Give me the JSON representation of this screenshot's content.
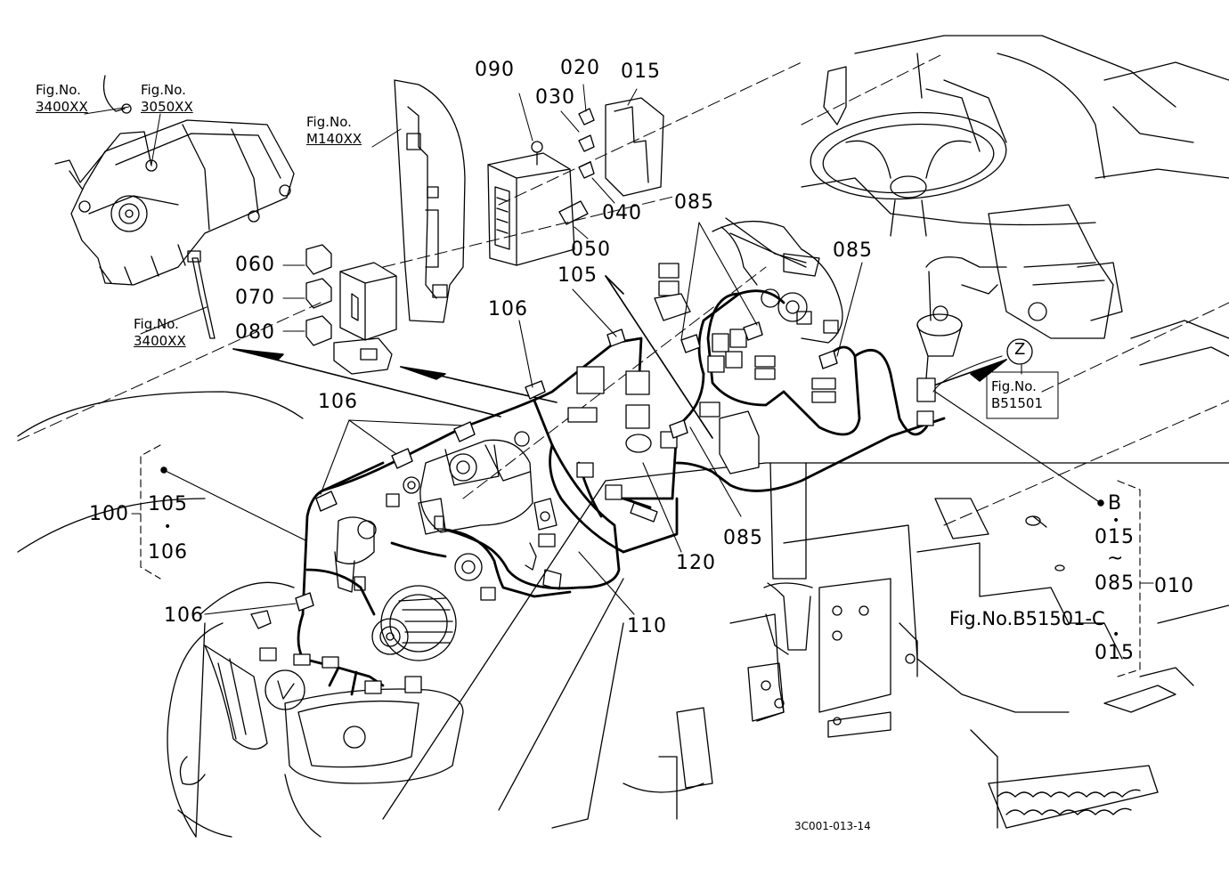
{
  "callouts": {
    "c020": "020",
    "c015": "015",
    "c090": "090",
    "c030": "030",
    "c040": "040",
    "c050": "050",
    "c060": "060",
    "c070": "070",
    "c080": "080",
    "c105_top": "105",
    "c106_top": "106",
    "c106_mid": "106",
    "c106_low": "106",
    "c085_a": "085",
    "c085_b": "085",
    "c085_c": "085",
    "c120": "120",
    "c110": "110",
    "c100": "100",
    "c105_group": "105",
    "c106_group": "106",
    "cB": "B",
    "c015_r1": "015",
    "c085_r": "085",
    "c010": "010",
    "c015_r2": "015",
    "cZ": "Z"
  },
  "fig_refs": {
    "f3400a_l1": "Fig.No.",
    "f3400a_l2": "3400XX",
    "f3050_l1": "Fig.No.",
    "f3050_l2": "3050XX",
    "fM140_l1": "Fig.No.",
    "fM140_l2": "M140XX",
    "f3400b_l1": "Fig.No.",
    "f3400b_l2": "3400XX",
    "fB51501_l1": "Fig.No.",
    "fB51501_l2": "B51501",
    "fB51501C": "Fig.No.B51501-C"
  },
  "symbols": {
    "dot_b51": "•",
    "dot_group": "•",
    "tilde": "~",
    "dot_r2": "•"
  },
  "drawing_code": "3C001-013-14"
}
